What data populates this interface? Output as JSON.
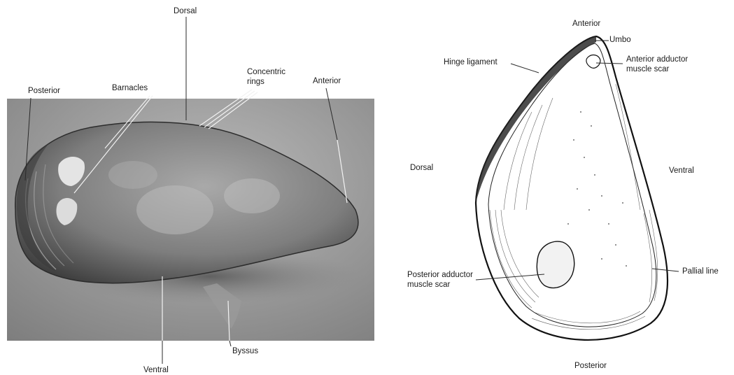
{
  "left_figure": {
    "labels": {
      "dorsal": "Dorsal",
      "posterior": "Posterior",
      "barnacles": "Barnacles",
      "concentric_rings_1": "Concentric",
      "concentric_rings_2": "rings",
      "anterior": "Anterior",
      "ventral": "Ventral",
      "byssus": "Byssus"
    }
  },
  "right_figure": {
    "labels": {
      "anterior": "Anterior",
      "umbo": "Umbo",
      "hinge_ligament": "Hinge ligament",
      "anterior_adductor_1": "Anterior adductor",
      "anterior_adductor_2": "muscle scar",
      "dorsal": "Dorsal",
      "ventral": "Ventral",
      "posterior_adductor_1": "Posterior adductor",
      "posterior_adductor_2": "muscle scar",
      "pallial_line": "Pallial line",
      "posterior": "Posterior"
    }
  }
}
